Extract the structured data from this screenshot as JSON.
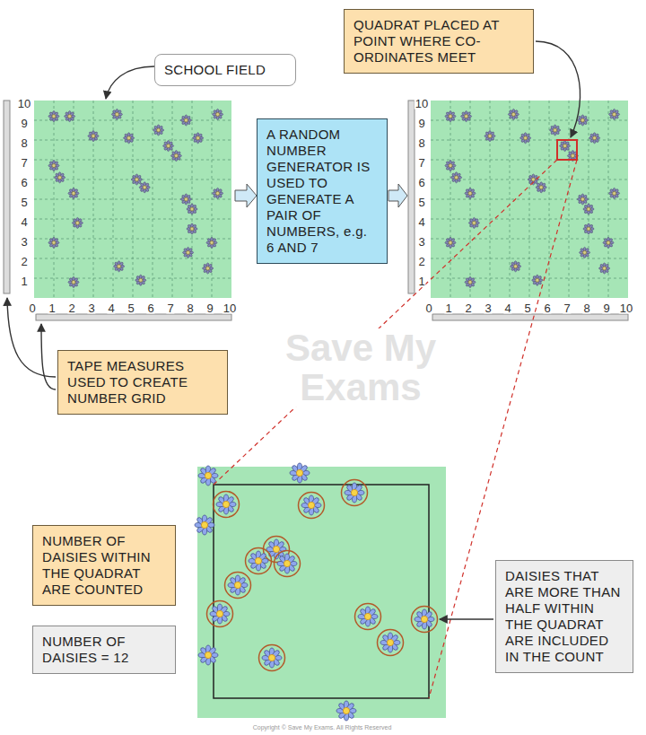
{
  "diagram": {
    "nodes": [
      {
        "text": [
          "SCHOOL FIELD"
        ]
      },
      {
        "text": [
          "QUADRAT PLACED AT POINT WHERE CO-ORDINATES MEET"
        ]
      },
      {
        "text": [
          "A RANDOM NUMBER GENERATOR IS USED TO GENERATE A PAIR OF NUMBERS, e.g. 6 AND 7"
        ]
      },
      {
        "text": [
          "TAPE MEASURES USED TO CREATE NUMBER GRID"
        ]
      },
      {
        "text": [
          "NUMBER OF DAISIES WITHIN THE QUADRAT ARE COUNTED"
        ]
      },
      {
        "text": [
          "NUMBER OF DAISIES = 12"
        ]
      },
      {
        "text": [
          "DAISIES THAT ARE MORE THAN HALF WITHIN THE QUADRAT ARE INCLUDED IN THE COUNT"
        ]
      }
    ],
    "labels": [
      "10",
      "9",
      "8",
      "7",
      "6",
      "5",
      "4",
      "3",
      "2",
      "1",
      "0",
      "1",
      "2",
      "3",
      "4",
      "5",
      "6",
      "7",
      "8",
      "9",
      "10",
      "10",
      "9",
      "8",
      "7",
      "6",
      "5",
      "4",
      "3",
      "2",
      "1",
      "0",
      "1",
      "2",
      "3",
      "4",
      "5",
      "6",
      "7",
      "8",
      "9",
      "10",
      "Save My Exams",
      "Copyright © Save My Exams. All Rights Reserved"
    ]
  }
}
